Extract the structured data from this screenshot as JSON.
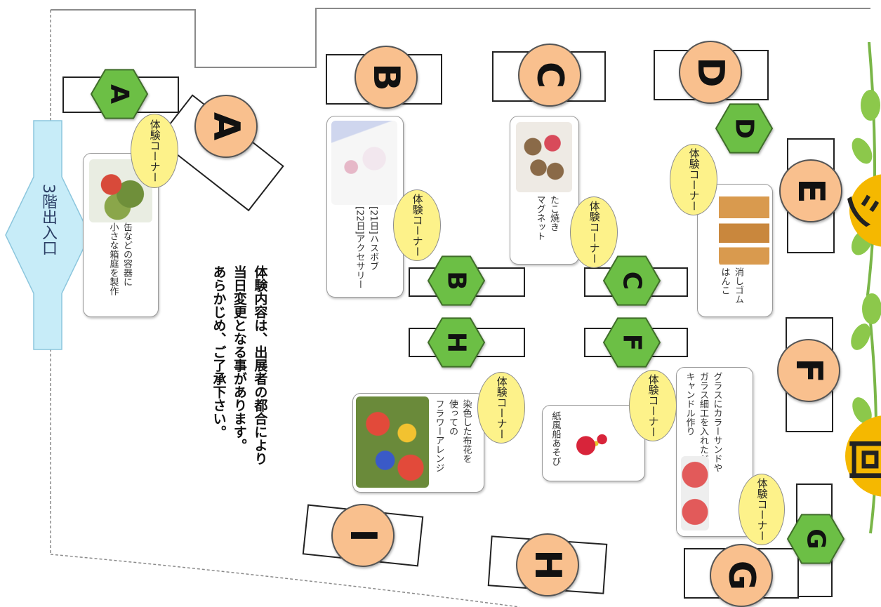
{
  "entrance": {
    "label": "3階出入口"
  },
  "notice": {
    "lines": [
      "体験内容は、出展者の都合により",
      "当日変更となる事があります。",
      "あらかじめ、ご了承下さい。"
    ]
  },
  "experience_bubble_label": "体験コーナー",
  "booths": [
    {
      "letter": "A"
    },
    {
      "letter": "B"
    },
    {
      "letter": "C"
    },
    {
      "letter": "D"
    },
    {
      "letter": "E"
    },
    {
      "letter": "F"
    },
    {
      "letter": "G"
    },
    {
      "letter": "H"
    },
    {
      "letter": "I"
    }
  ],
  "experience_corners": [
    {
      "letter": "A",
      "caption": [
        "缶などの容器に",
        "小さな箱庭を製作"
      ]
    },
    {
      "letter": "B",
      "caption": [
        "[21日]ハスボブ",
        "[22日]アクセサリー"
      ]
    },
    {
      "letter": "C",
      "caption": [
        "たこ焼き",
        "マグネット"
      ]
    },
    {
      "letter": "D",
      "caption": [
        "消しゴム",
        "はんこ"
      ]
    },
    {
      "letter": "F",
      "caption": [
        "紙風船あそび"
      ]
    },
    {
      "letter": "G",
      "caption": [
        "グラスにカラーサンドや",
        "ガラス細工を入れたジェル",
        "キャンドル作り"
      ]
    },
    {
      "letter": "H",
      "caption": [
        "染色した布花を",
        "使っての",
        "フラワーアレンジ"
      ]
    }
  ],
  "colors": {
    "booth_circle": "#f9c08e",
    "corner_hexagon": "#6cbf45",
    "bubble": "#fdf28a",
    "entrance_arrow": "#c7ecf8",
    "sign_yellow": "#f5b800",
    "leaf_green": "#8cc84b"
  },
  "side_sign": {
    "chars": [
      "シ",
      "回"
    ]
  }
}
